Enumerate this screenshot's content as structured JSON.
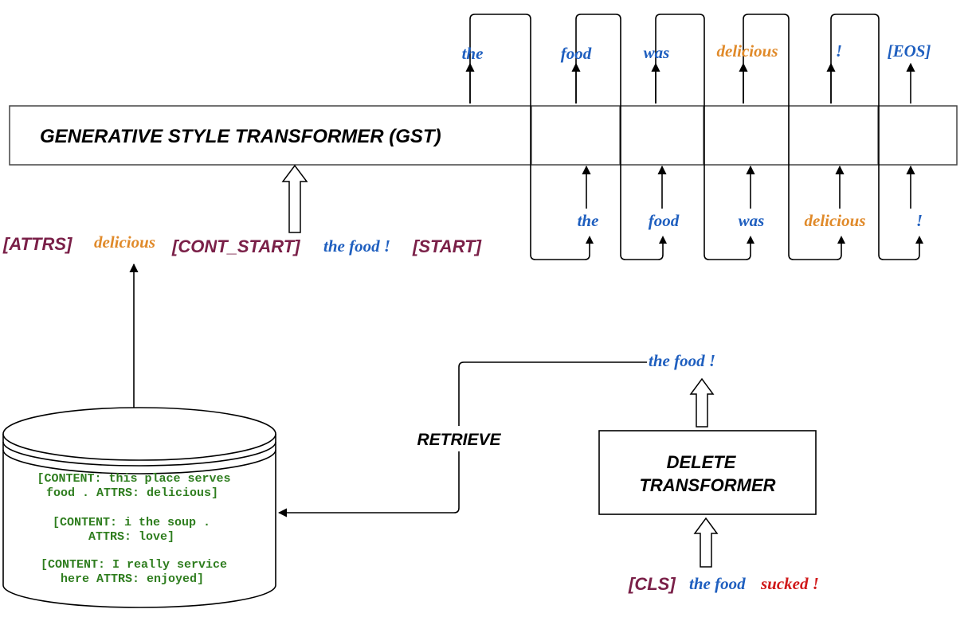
{
  "colors": {
    "blue": "#1f5fbf",
    "orange": "#e08a2a",
    "maroon": "#7a2048",
    "green": "#2e7d1e",
    "red": "#d0191a",
    "black": "#000000"
  },
  "gst": {
    "label": "GENERATIVE STYLE TRANSFORMER (GST)",
    "output_tokens": [
      {
        "text": "the",
        "color": "blue"
      },
      {
        "text": "food",
        "color": "blue"
      },
      {
        "text": "was",
        "color": "blue"
      },
      {
        "text": "delicious",
        "color": "orange"
      },
      {
        "text": "!",
        "color": "blue"
      },
      {
        "text": "[EOS]",
        "color": "blue"
      }
    ],
    "input_tokens": [
      {
        "text": "the",
        "color": "blue"
      },
      {
        "text": "food",
        "color": "blue"
      },
      {
        "text": "was",
        "color": "blue"
      },
      {
        "text": "delicious",
        "color": "orange"
      },
      {
        "text": "!",
        "color": "blue"
      }
    ]
  },
  "gst_input": {
    "attrs_tag": "[ATTRS]",
    "attr_word": "delicious",
    "cont_start_tag": "[CONT_START]",
    "content": "the food !",
    "start_tag": "[START]"
  },
  "database": {
    "entries": [
      [
        "[CONTENT: this place serves",
        "food .  ATTRS: delicious]"
      ],
      [
        "[CONTENT: i the soup .",
        "ATTRS: love]"
      ],
      [
        "[CONTENT: I really service",
        "here   ATTRS: enjoyed]"
      ]
    ]
  },
  "retrieve_label": "RETRIEVE",
  "retrieved_content": "the food  !",
  "delete_transformer": {
    "line1": "DELETE",
    "line2": "TRANSFORMER"
  },
  "delete_input": {
    "cls_tag": "[CLS]",
    "content": "the food",
    "style_word": "sucked !"
  }
}
